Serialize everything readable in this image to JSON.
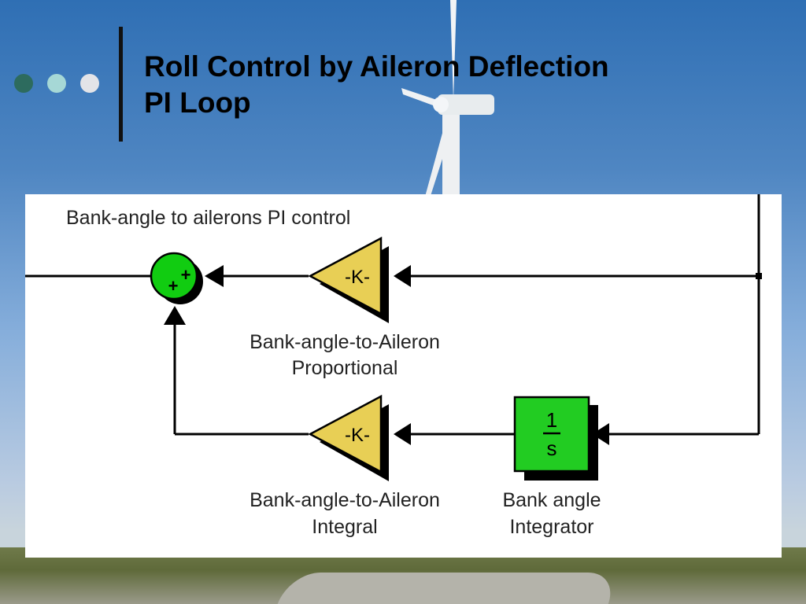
{
  "slide": {
    "title_line1": "Roll Control by Aileron Deflection",
    "title_line2": "PI Loop",
    "bullet_colors": [
      "#2d6b5e",
      "#a6d8d6",
      "#e3e4e8"
    ]
  },
  "diagram": {
    "caption": "Bank-angle to ailerons PI control",
    "sum_block": {
      "signs": [
        "+",
        "+"
      ],
      "color": "#11cc11"
    },
    "proportional_gain": {
      "text": "-K-",
      "label_line1": "Bank-angle-to-Aileron",
      "label_line2": "Proportional"
    },
    "integral_gain": {
      "text": "-K-",
      "label_line1": "Bank-angle-to-Aileron",
      "label_line2": "Integral"
    },
    "integrator": {
      "numerator": "1",
      "denominator": "s",
      "label_line1": "Bank angle",
      "label_line2": "Integrator"
    },
    "gain_color": "#e8cf55",
    "integrator_color": "#22cc22"
  }
}
